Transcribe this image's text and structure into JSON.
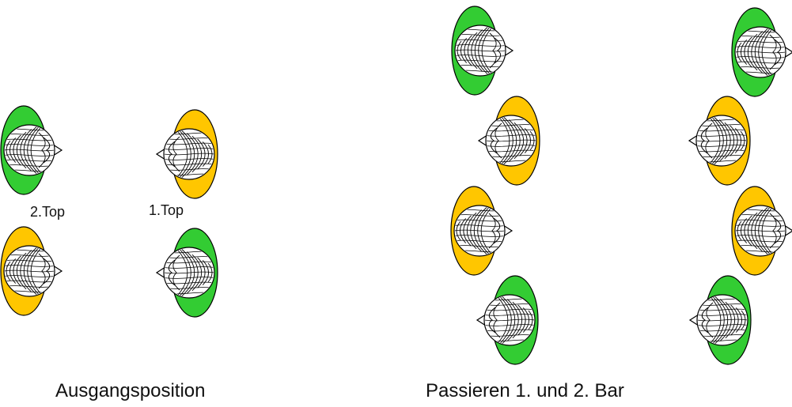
{
  "labels": {
    "caption_left": "Ausgangsposition",
    "caption_right": "Passieren 1. und 2. Bar",
    "top_left": "2.Top",
    "top_right": "1.Top"
  },
  "colors": {
    "green": "#33cc33",
    "yellow": "#ffc600",
    "stroke": "#000000"
  },
  "dancers": [
    {
      "id": "dancer-left-1",
      "color": "green",
      "facing": "right"
    },
    {
      "id": "dancer-left-2",
      "color": "yellow",
      "facing": "left"
    },
    {
      "id": "dancer-left-3",
      "color": "yellow",
      "facing": "right"
    },
    {
      "id": "dancer-left-4",
      "color": "green",
      "facing": "left"
    },
    {
      "id": "dancer-right-1",
      "color": "green",
      "facing": "right"
    },
    {
      "id": "dancer-right-2",
      "color": "green",
      "facing": "right"
    },
    {
      "id": "dancer-right-3",
      "color": "yellow",
      "facing": "left"
    },
    {
      "id": "dancer-right-4",
      "color": "yellow",
      "facing": "left"
    },
    {
      "id": "dancer-right-5",
      "color": "yellow",
      "facing": "right"
    },
    {
      "id": "dancer-right-6",
      "color": "yellow",
      "facing": "right"
    },
    {
      "id": "dancer-right-7",
      "color": "green",
      "facing": "left"
    },
    {
      "id": "dancer-right-8",
      "color": "green",
      "facing": "left"
    }
  ]
}
